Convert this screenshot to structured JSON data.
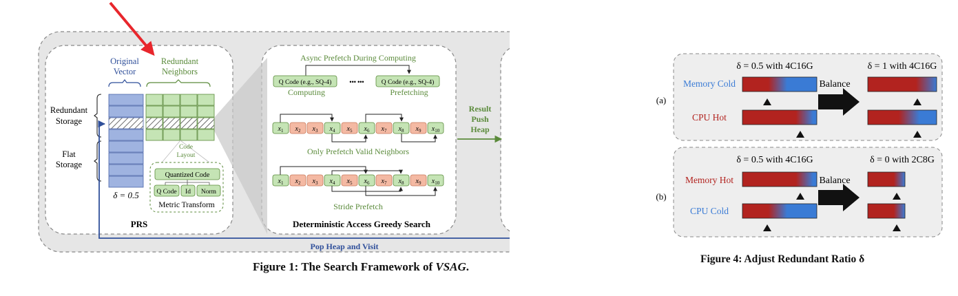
{
  "figure1": {
    "caption_prefix": "Figure 1: The Search Framework of ",
    "caption_emph": "VSAG",
    "caption_suffix": ".",
    "prs": {
      "title": "PRS",
      "original_vector": [
        "Original",
        "Vector"
      ],
      "redundant_neighbors": [
        "Redundant",
        "Neighbors"
      ],
      "redundant_storage": [
        "Redundant",
        "Storage"
      ],
      "flat_storage": [
        "Flat",
        "Storage"
      ],
      "delta_label": "δ = 0.5",
      "code_layout": [
        "Code",
        "Layout"
      ],
      "quantized_code": "Quantized Code",
      "q_code": "Q Code",
      "id": "Id",
      "norm": "Norm",
      "metric_transform": "Metric Transform"
    },
    "search": {
      "title": "Deterministic Access Greedy Search",
      "async_prefetch": "Async Prefetch During Computing",
      "q_code_box": "Q Code (e.g., SQ-4)",
      "ellipsis": "•••  •••",
      "computing": "Computing",
      "prefetching": "Prefetching",
      "only_prefetch": "Only Prefetch Valid Neighbors",
      "stride_prefetch": "Stride Prefetch",
      "nodes": [
        "x1",
        "x2",
        "x3",
        "x4",
        "x5",
        "x6",
        "x7",
        "x8",
        "x9",
        "x10"
      ],
      "node_subs": [
        "1",
        "2",
        "3",
        "4",
        "5",
        "6",
        "7",
        "8",
        "9",
        "10"
      ]
    },
    "result_push_heap": [
      "Result",
      "Push",
      "Heap"
    ],
    "pop_heap": "Pop Heap and Visit",
    "colors": {
      "blue": "#9fb3e0",
      "green": "#c5e4b5",
      "orange": "#f4b9a3",
      "arrow_red": "#e8262c",
      "dark_blue": "#2f4f9a",
      "green_text": "#5a8a3a"
    }
  },
  "figure4": {
    "caption": "Figure 4: Adjust Redundant Ratio δ",
    "a": {
      "label": "(a)",
      "left_title": "δ = 0.5 with 4C16G",
      "right_title": "δ = 1 with 4C16G",
      "row1": "Memory Cold",
      "row2": "CPU Hot",
      "balance": "Balance"
    },
    "b": {
      "label": "(b)",
      "left_title": "δ = 0.5 with 4C16G",
      "right_title": "δ = 0 with 2C8G",
      "row1": "Memory Hot",
      "row2": "CPU Cold",
      "balance": "Balance"
    },
    "colors": {
      "red": "#b2231f",
      "blue": "#3a7bd5"
    }
  }
}
